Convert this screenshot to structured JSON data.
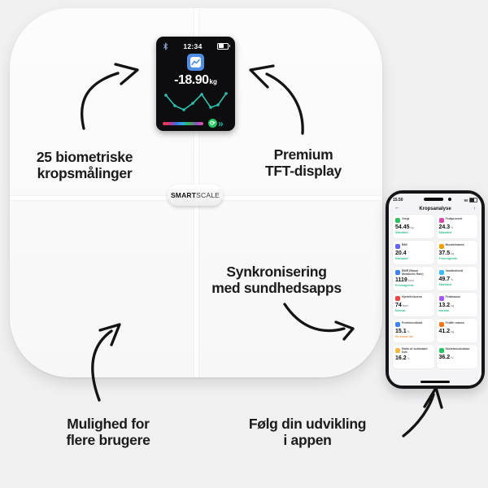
{
  "colors": {
    "page_bg": "#f0f0f1",
    "scale_bg": "#fafafa",
    "arrow": "#141414",
    "display_bg": "#0d0d0f",
    "display_accent_teal": "#2fbfae",
    "display_app_blue": "#4d8de4",
    "sync_green": "#23c55e",
    "status_green": "#2fbf8f",
    "status_orange": "#f2994a"
  },
  "scale": {
    "brand": {
      "bold": "SMART",
      "light": "SCALE"
    },
    "display": {
      "time": "12:34",
      "weight": "-18.90",
      "weight_unit": "kg",
      "sync_glyph": "⟳",
      "chevrons_glyph": "»",
      "chart_points": [
        [
          4,
          9
        ],
        [
          15,
          22
        ],
        [
          26,
          27
        ],
        [
          37,
          19
        ],
        [
          48,
          8
        ],
        [
          59,
          24
        ],
        [
          68,
          21
        ],
        [
          78,
          7
        ]
      ],
      "gradient_colors": [
        "#e8413c",
        "#d3308a",
        "#3e6fe0",
        "#27b0d6",
        "#36b449",
        "#8a51c9",
        "#e0559a"
      ]
    }
  },
  "annotations": {
    "measurements": {
      "line1": "25 biometriske",
      "line2": "kropsmålinger"
    },
    "display": {
      "line1": "Premium",
      "line2": "TFT-display"
    },
    "sync": {
      "line1": "Synkronisering",
      "line2": "med sundhedsapps"
    },
    "users": {
      "line1": "Mulighed for",
      "line2": "flere brugere"
    },
    "app": {
      "line1": "Følg din udvikling",
      "line2": "i appen"
    }
  },
  "phone": {
    "status_time": "15.50",
    "battery_percent": "90",
    "back_icon": "←",
    "title": "Kropsanalyse",
    "share_icon": "↑",
    "metrics": [
      {
        "label": "Vægt",
        "value": "54.45",
        "unit": "kg",
        "status": "Standard",
        "status_color": "#2fbf8f",
        "icon_color": "#2fc05f"
      },
      {
        "label": "Fedtprocent",
        "value": "24.3",
        "unit": "%",
        "status": "Standard",
        "status_color": "#2fbf8f",
        "icon_color": "#d946ad"
      },
      {
        "label": "BMI",
        "value": "20.4",
        "unit": "",
        "status": "Standard",
        "status_color": "#2fbf8f",
        "icon_color": "#6366f1"
      },
      {
        "label": "Muskelmasse",
        "value": "37.5",
        "unit": "kg",
        "status": "Fremragende",
        "status_color": "#2fbf8f",
        "icon_color": "#f59e0b"
      },
      {
        "label": "BMR (Basal Metabolic Rate)",
        "value": "1119",
        "unit": "kcal",
        "status": "Fremragende",
        "status_color": "#2fbf8f",
        "icon_color": "#3b82f6"
      },
      {
        "label": "Vandindhold",
        "value": "49.7",
        "unit": "%",
        "status": "Standard",
        "status_color": "#2fbf8f",
        "icon_color": "#38bdf8"
      },
      {
        "label": "Hjertefrekvens",
        "value": "74",
        "unit": "bpm",
        "status": "Normal",
        "status_color": "#2fbf8f",
        "icon_color": "#ef4444"
      },
      {
        "label": "Fedtmasse",
        "value": "13.2",
        "unit": "kg",
        "status": "Normal",
        "status_color": "#2fbf8f",
        "icon_color": "#a855f7"
      },
      {
        "label": "Proteinindhold",
        "value": "15.1",
        "unit": "%",
        "status": "En smule lav",
        "status_color": "#f2994a",
        "icon_color": "#3b82f6"
      },
      {
        "label": "Fedtfri masse",
        "value": "41.2",
        "unit": "kg",
        "status": "",
        "status_color": "",
        "icon_color": "#f97316"
      },
      {
        "label": "Ratio of subkutant fedt",
        "value": "16.2",
        "unit": "%",
        "status": "",
        "status_color": "",
        "icon_color": "#f5b942"
      },
      {
        "label": "Skeletmuskulatur",
        "value": "36.2",
        "unit": "%",
        "status": "",
        "status_color": "",
        "icon_color": "#22c55e"
      }
    ]
  }
}
